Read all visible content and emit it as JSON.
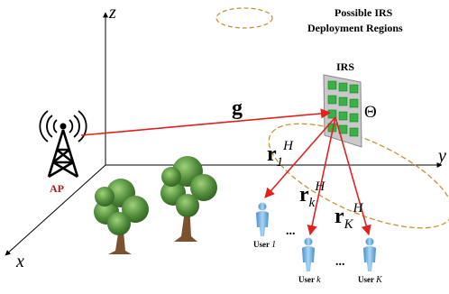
{
  "axes": {
    "z": "z",
    "y": "y",
    "x": "x"
  },
  "legend": {
    "line1": "Possible IRS",
    "line2": "Deployment Regions"
  },
  "ap": {
    "label": "AP"
  },
  "irs": {
    "label": "IRS",
    "phase": "Θ"
  },
  "channels": {
    "g": "g",
    "r1": {
      "base": "r",
      "sub": "1",
      "sup": "H"
    },
    "rk": {
      "base": "r",
      "sub": "k",
      "sup": "H"
    },
    "rK": {
      "base": "r",
      "sub": "K",
      "sup": "H"
    }
  },
  "users": {
    "u1": {
      "word": "User",
      "idx": "1"
    },
    "uk": {
      "word": "User",
      "idx": "k"
    },
    "uK": {
      "word": "User",
      "idx": "K"
    }
  },
  "ellipsis": "...",
  "colors": {
    "arrow": "#e0221f",
    "dashed": "#c8913a",
    "irs_element": "#3cb048",
    "irs_frame": "#b8b8b8",
    "tree": "#4f8a3a",
    "trunk": "#7a5230",
    "user": "#79b8e6"
  }
}
